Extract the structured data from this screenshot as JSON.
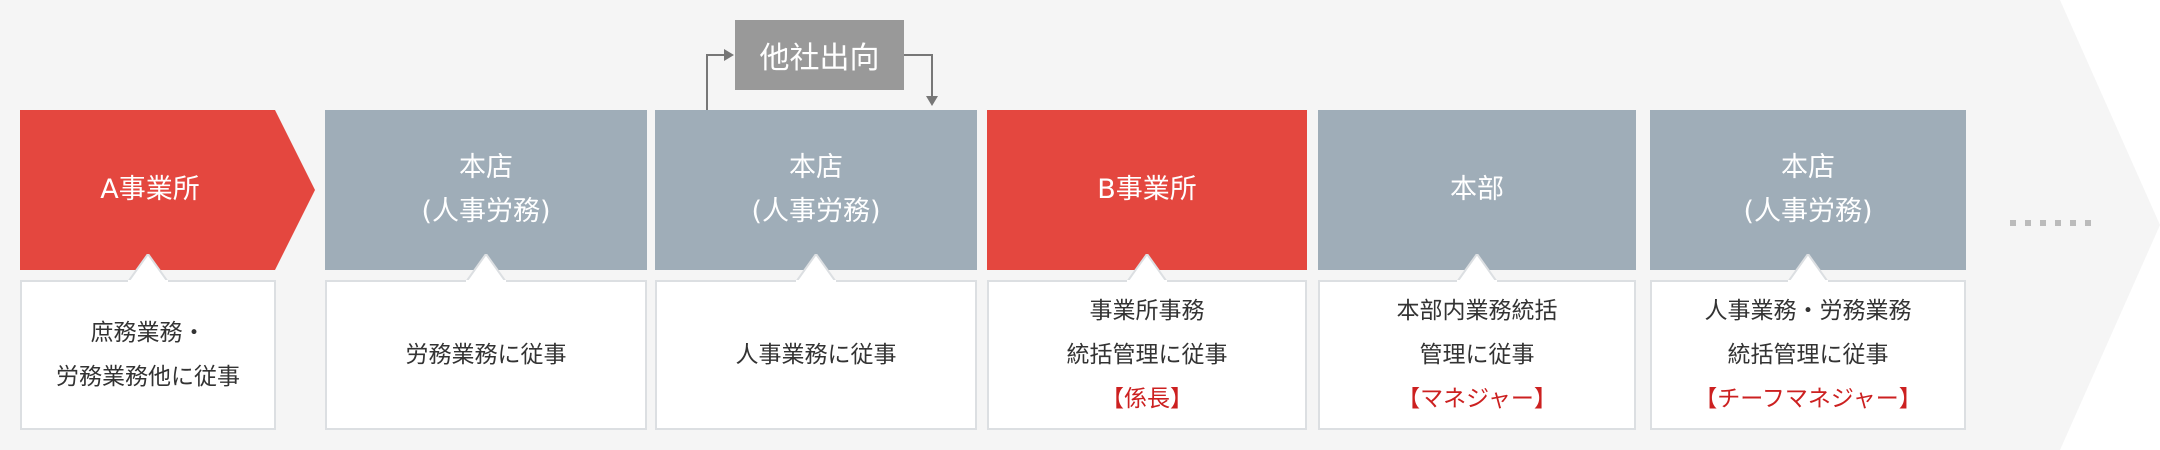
{
  "nodes": [
    {
      "lines": [
        "A事業所"
      ],
      "detail": [
        "庶務業務・",
        "労務業務他に従事"
      ],
      "role": ""
    },
    {
      "lines": [
        "本店",
        "(人事労務)"
      ],
      "detail": [
        "労務業務に従事"
      ],
      "role": ""
    },
    {
      "lines": [
        "本店",
        "(人事労務)"
      ],
      "detail": [
        "人事業務に従事"
      ],
      "role": ""
    },
    {
      "lines": [
        "B事業所"
      ],
      "detail": [
        "事業所事務",
        "統括管理に従事"
      ],
      "role": "【係長】"
    },
    {
      "lines": [
        "本部"
      ],
      "detail": [
        "本部内業務統括",
        "管理に従事"
      ],
      "role": "【マネジャー】"
    },
    {
      "lines": [
        "本店",
        "(人事労務)"
      ],
      "detail": [
        "人事業務・労務業務",
        "統括管理に従事"
      ],
      "role": "【チーフマネジャー】"
    }
  ],
  "secondment": {
    "label": "他社出向"
  },
  "colors": {
    "highlight": "#e4473f",
    "normal": "#9fadb8",
    "background_band": "#f5f5f5",
    "secondment": "#999999"
  }
}
